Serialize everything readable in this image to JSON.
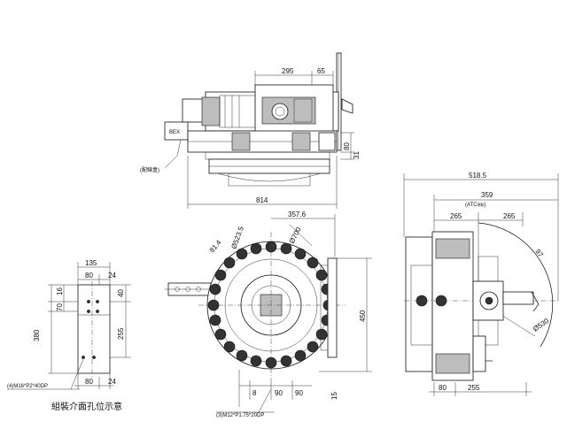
{
  "top_view": {
    "dims": [
      "295",
      "65",
      "80",
      "31",
      "814"
    ],
    "note": "(配線盒)",
    "sticker": "BEX"
  },
  "front_view": {
    "dims": [
      "357.6",
      "Ø700",
      "Ø523.5",
      "81.4",
      "450",
      "8",
      "90",
      "90",
      "15"
    ],
    "hole_note": "(3)M12*P1.75*20DP"
  },
  "side_view": {
    "dims": [
      "518.5",
      "359",
      "265",
      "265",
      "97",
      "Ø530",
      "80",
      "255"
    ],
    "atc_label": "(ATC",
    "atc_sub": "原點",
    "atc_close": ")"
  },
  "mount_detail": {
    "dims": [
      "135",
      "80",
      "24",
      "16",
      "40",
      "70",
      "380",
      "255",
      "80",
      "24"
    ],
    "hole_note": "(4)M16*P2*40DP",
    "caption": "組裝介面孔位示意"
  }
}
